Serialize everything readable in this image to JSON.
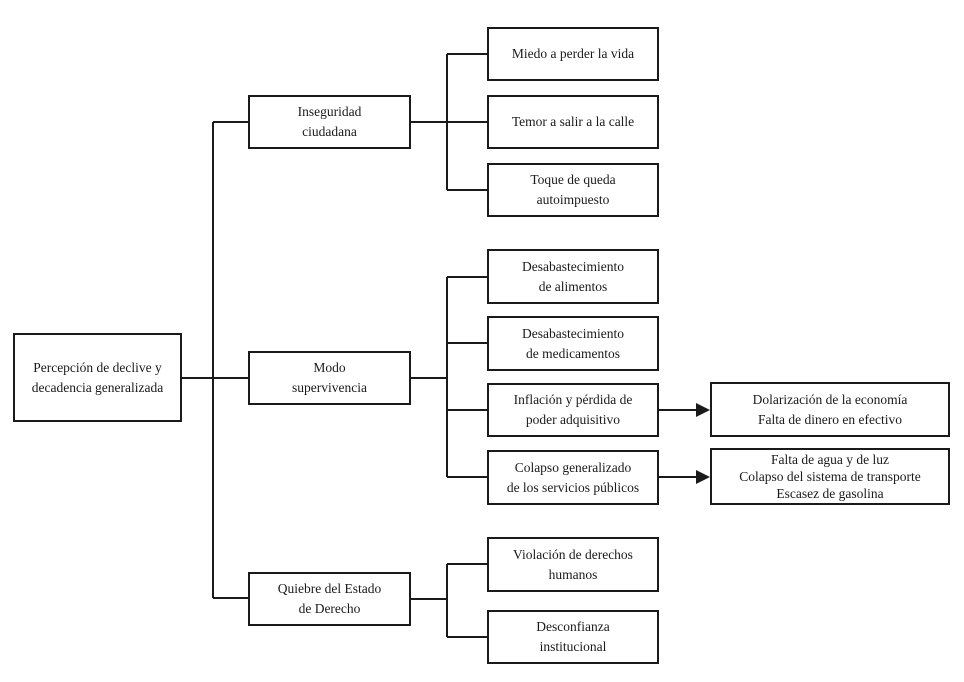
{
  "diagram": {
    "type": "hierarchical-flowchart",
    "language": "es",
    "colors": {
      "background": "#ffffff",
      "line": "#1a1a1a",
      "box_border": "#1a1a1a",
      "text": "#1a1a1a"
    },
    "nodes": {
      "root": {
        "text": "Percepción de declive y\ndecadencia generalizada"
      },
      "inseguridad": {
        "text": "Inseguridad\nciudadana"
      },
      "modo": {
        "text": "Modo\nsupervivencia"
      },
      "quiebre": {
        "text": "Quiebre del Estado\nde Derecho"
      },
      "miedo": {
        "text": "Miedo a perder la vida"
      },
      "temor": {
        "text": "Temor a salir a la calle"
      },
      "toque": {
        "text": "Toque de queda\nautoimpuesto"
      },
      "alimentos": {
        "text": "Desabastecimiento\nde alimentos"
      },
      "medicamentos": {
        "text": "Desabastecimiento\nde medicamentos"
      },
      "inflacion": {
        "text": "Inflación y pérdida de\npoder adquisitivo"
      },
      "colapso": {
        "text": "Colapso generalizado\nde los servicios públicos"
      },
      "violacion": {
        "text": "Violación de derechos\nhumanos"
      },
      "desconfianza": {
        "text": "Desconfianza\ninstitucional"
      },
      "dolarizacion": {
        "text": "Dolarización de la economía\nFalta de dinero en efectivo"
      },
      "falta_agua": {
        "text": "Falta de agua y de luz\nColapso del sistema de transporte\nEscasez de gasolina"
      }
    },
    "edges": [
      {
        "from": "root",
        "to": "inseguridad",
        "style": "line"
      },
      {
        "from": "root",
        "to": "modo",
        "style": "line"
      },
      {
        "from": "root",
        "to": "quiebre",
        "style": "line"
      },
      {
        "from": "inseguridad",
        "to": "miedo",
        "style": "line"
      },
      {
        "from": "inseguridad",
        "to": "temor",
        "style": "line"
      },
      {
        "from": "inseguridad",
        "to": "toque",
        "style": "line"
      },
      {
        "from": "modo",
        "to": "alimentos",
        "style": "line"
      },
      {
        "from": "modo",
        "to": "medicamentos",
        "style": "line"
      },
      {
        "from": "modo",
        "to": "inflacion",
        "style": "line"
      },
      {
        "from": "modo",
        "to": "colapso",
        "style": "line"
      },
      {
        "from": "quiebre",
        "to": "violacion",
        "style": "line"
      },
      {
        "from": "quiebre",
        "to": "desconfianza",
        "style": "line"
      },
      {
        "from": "inflacion",
        "to": "dolarizacion",
        "style": "arrow"
      },
      {
        "from": "colapso",
        "to": "falta_agua",
        "style": "arrow"
      }
    ]
  }
}
